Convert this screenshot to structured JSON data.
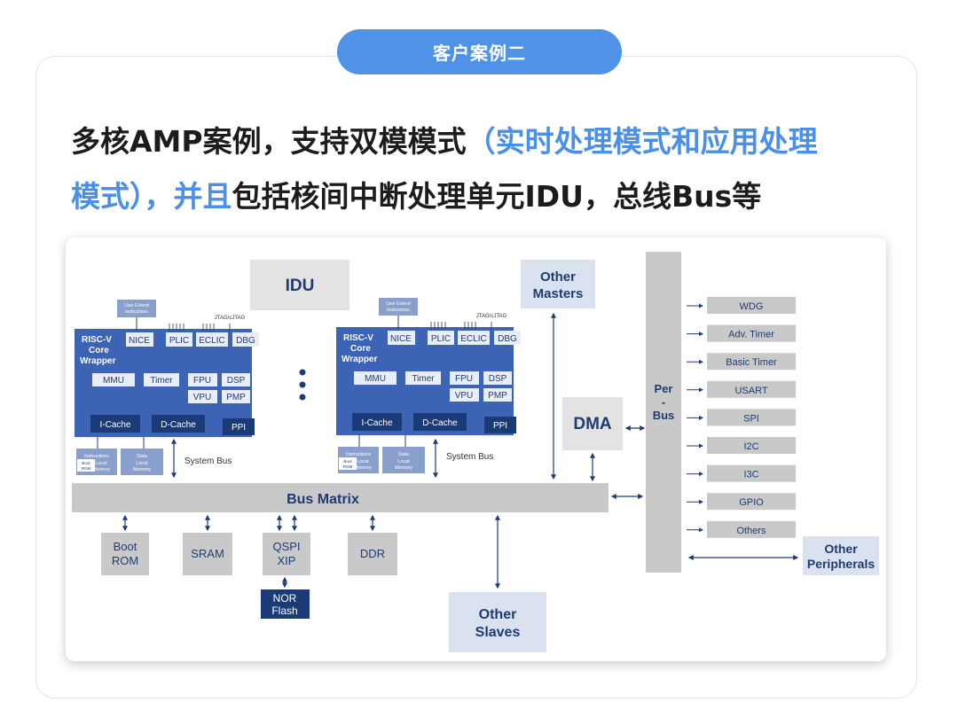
{
  "badge": "客户案例二",
  "headline": {
    "line1_a": "多核AMP案例，支持双模模式",
    "line1_b": "（实时处理模式和应用处理",
    "line2_a": "模式），并且",
    "line2_b": "包括核间中断处理单元IDU，总线Bus等"
  },
  "diagram": {
    "idu": "IDU",
    "other_masters": [
      "Other",
      "Masters"
    ],
    "dma": "DMA",
    "per_bus": [
      "Per",
      "-",
      "Bus"
    ],
    "bus_matrix": "Bus Matrix",
    "system_bus": "System Bus",
    "core": {
      "title": [
        "RISC-V",
        "Core",
        "Wrapper"
      ],
      "user_extend": [
        "User Extend",
        "Instructions"
      ],
      "jtag": "JTAG/cJTAG",
      "nice": "NICE",
      "plic": "PLIC",
      "eclic": "ECLIC",
      "dbg": "DBG",
      "mmu": "MMU",
      "timer": "Timer",
      "fpu": "FPU",
      "dsp": "DSP",
      "vpu": "VPU",
      "pmp": "PMP",
      "icache": "I-Cache",
      "dcache": "D-Cache",
      "ppi": "PPI",
      "ilm": [
        "Instructions",
        "Local",
        "Memory"
      ],
      "boot": [
        "Boot",
        "ROM"
      ],
      "dlm": [
        "Data",
        "Local",
        "Memory"
      ]
    },
    "slaves": {
      "boot_rom": [
        "Boot",
        "ROM"
      ],
      "sram": "SRAM",
      "qspi": [
        "QSPI",
        "XIP"
      ],
      "ddr": "DDR",
      "nor": [
        "NOR",
        "Flash"
      ],
      "other_slaves": [
        "Other",
        "Slaves"
      ]
    },
    "peripherals": [
      "WDG",
      "Adv. Timer",
      "Basic Timer",
      "USART",
      "SPI",
      "I2C",
      "I3C",
      "GPIO",
      "Others"
    ],
    "other_peripherals": [
      "Other",
      "Peripherals"
    ]
  }
}
